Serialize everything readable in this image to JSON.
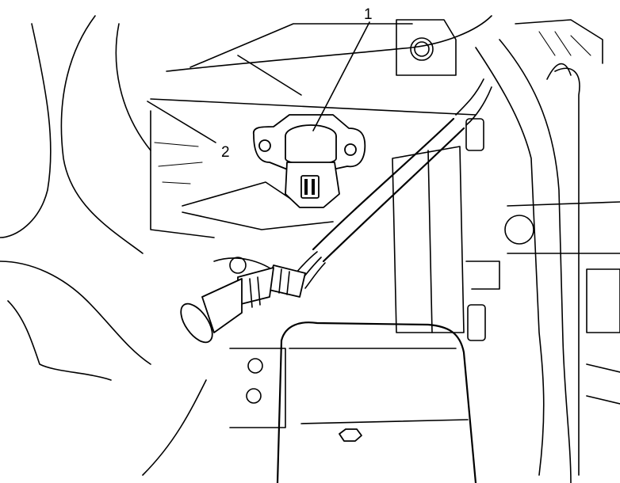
{
  "callouts": [
    {
      "id": "1",
      "text": "1"
    },
    {
      "id": "2",
      "text": "2"
    }
  ]
}
